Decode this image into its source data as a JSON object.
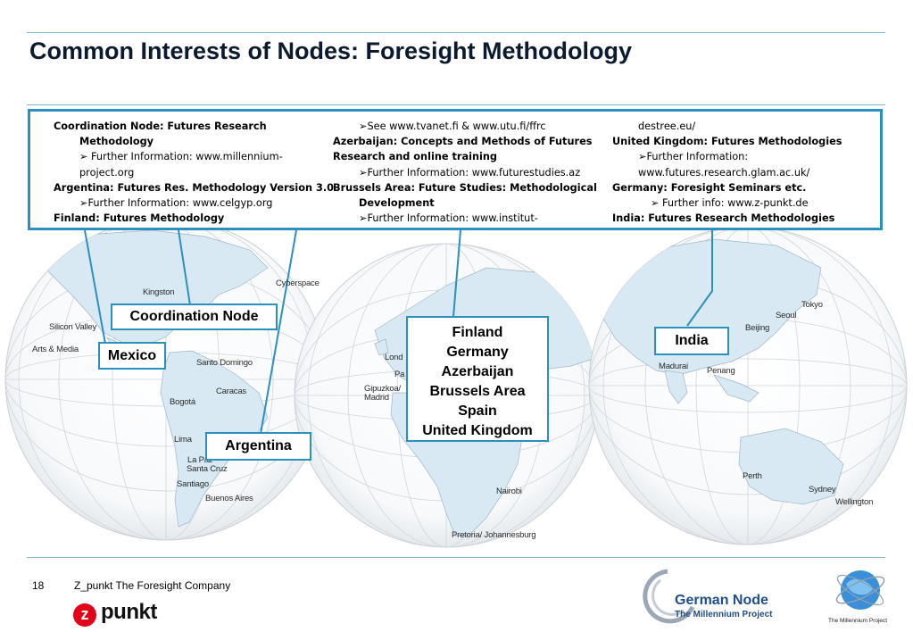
{
  "title": "Common Interests of Nodes: Foresight Methodology",
  "info": {
    "col1": [
      {
        "text": "Coordination Node: Futures Research",
        "bold": true,
        "indent": 0
      },
      {
        "text": "Methodology",
        "bold": true,
        "indent": 1
      },
      {
        "text": "➢ Further Information: www.millennium-",
        "bold": false,
        "indent": 1
      },
      {
        "text": "project.org",
        "bold": false,
        "indent": 1
      },
      {
        "text": "Argentina: Futures Res. Methodology Version 3.0",
        "bold": true,
        "indent": 0
      },
      {
        "text": "➢Further Information: www.celgyp.org",
        "bold": false,
        "indent": 1
      },
      {
        "text": "Finland: Futures Methodology",
        "bold": true,
        "indent": 0
      }
    ],
    "col2": [
      {
        "text": "➢See www.tvanet.fi & www.utu.fi/ffrc",
        "bold": false,
        "indent": 1
      },
      {
        "text": "Azerbaijan: Concepts and Methods of Futures",
        "bold": true,
        "indent": 0
      },
      {
        "text": "Research and online training",
        "bold": true,
        "indent": 0
      },
      {
        "text": "➢Further Information: www.futurestudies.az",
        "bold": false,
        "indent": 1
      },
      {
        "text": "Brussels Area: Future Studies: Methodological",
        "bold": true,
        "indent": 0
      },
      {
        "text": "Development",
        "bold": true,
        "indent": 1
      },
      {
        "text": "➢Further Information: www.institut-",
        "bold": false,
        "indent": 1
      }
    ],
    "col3": [
      {
        "text": "destree.eu/",
        "bold": false,
        "indent": 1
      },
      {
        "text": "United Kingdom: Futures Methodologies",
        "bold": true,
        "indent": 0
      },
      {
        "text": "➢Further Information:",
        "bold": false,
        "indent": 1
      },
      {
        "text": "www.futures.research.glam.ac.uk/",
        "bold": false,
        "indent": 1
      },
      {
        "text": "Germany: Foresight Seminars etc.",
        "bold": true,
        "indent": 0
      },
      {
        "text": "➢  Further info: www.z-punkt.de",
        "bold": false,
        "indent": 1
      },
      {
        "text": "India: Futures Research Methodologies",
        "bold": true,
        "indent": 0
      }
    ]
  },
  "callouts": {
    "coordination": "Coordination Node",
    "mexico": "Mexico",
    "argentina": "Argentina",
    "europe": [
      "Finland",
      "Germany",
      "Azerbaijan",
      "Brussels Area",
      "Spain",
      "United Kingdom"
    ],
    "india": "India"
  },
  "cities": {
    "cyberspace": "Cyberspace",
    "kingston": "Kingston",
    "silicon_valley": "Silicon Valley",
    "arts_media": "Arts & Media",
    "santo_domingo": "Santo Domingo",
    "caracas": "Caracas",
    "bogota": "Bogotá",
    "lima": "Lima",
    "la_paz": "La Paz",
    "santa_cruz": "Santa Cruz",
    "santiago": "Santiago",
    "buenos_aires": "Buenos Aires",
    "london": "Lond",
    "paris": "Pa",
    "gipuzkoa": "Gipuzkoa/",
    "madrid": "Madrid",
    "nairobi": "Nairobi",
    "pretoria": "Pretoria/ Johannesburg",
    "tokyo": "Tokyo",
    "seoul": "Seoul",
    "beijing": "Beijing",
    "madurai": "Madurai",
    "penang": "Penang",
    "perth": "Perth",
    "sydney": "Sydney",
    "wellington": "Wellington"
  },
  "footer": {
    "page": "18",
    "company": "Z_punkt The Foresight Company",
    "zpunkt_logo": "punkt",
    "zpunkt_z": "z",
    "gn_line1": "German Node",
    "gn_line2": "The Millennium Project",
    "mp_caption": "The Millennium Project"
  },
  "colors": {
    "accent": "#2b8fbf",
    "rule": "#7ab8d3",
    "land": "#d8e9f3",
    "zpunkt_red": "#e3001b"
  }
}
